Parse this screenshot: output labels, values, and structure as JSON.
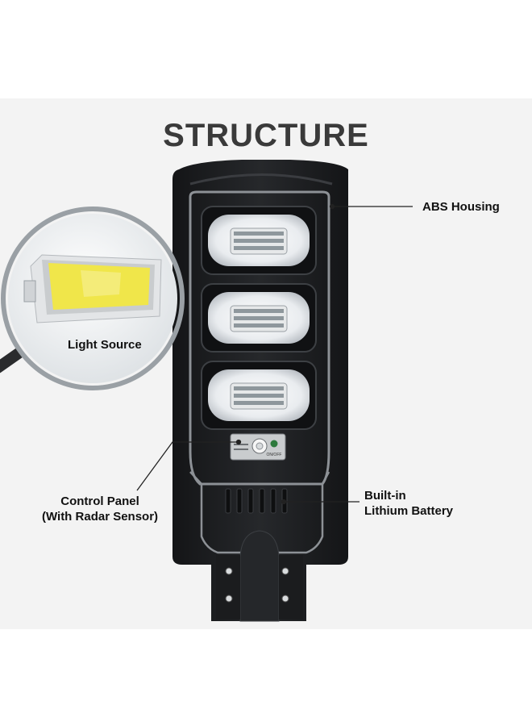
{
  "title": "STRUCTURE",
  "labels": {
    "abs_housing": "ABS Housing",
    "light_source": "Light Source",
    "control_panel_line1": "Control Panel",
    "control_panel_line2": "(With Radar Sensor)",
    "battery_line1": "Built-in",
    "battery_line2": "Lithium Battery",
    "panel_switch": "ON/OFF"
  },
  "colors": {
    "housing": "#1e1f21",
    "trim": "#8d9196",
    "led_chip": "#f0e64a",
    "background": "#f3f3f3"
  },
  "lamp_modules": 3
}
